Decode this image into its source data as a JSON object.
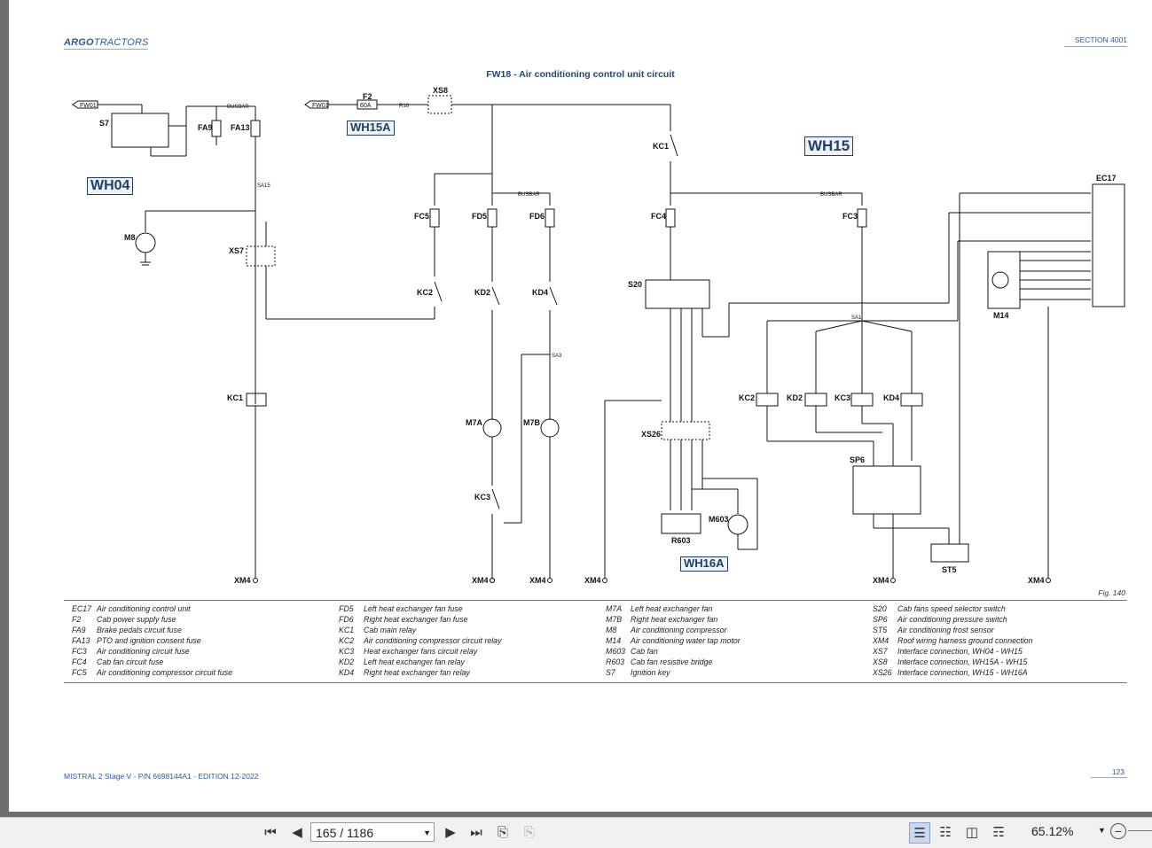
{
  "header": {
    "brand_bold": "ARGO",
    "brand_light": "TRACTORS",
    "section": "SECTION 4001"
  },
  "diagram": {
    "title": "FW18 - Air conditioning control unit circuit",
    "harness": {
      "wh04": "WH04",
      "wh15a": "WH15A",
      "wh15": "WH15",
      "wh16a": "WH16A"
    },
    "labels": {
      "fw01a": "FW01",
      "fw01b": "FW01",
      "s7": "S7",
      "fa9": "FA9",
      "fa13": "FA13",
      "f2": "F2",
      "f2_rating": "60A",
      "xs8": "XS8",
      "kc1_top": "KC1",
      "m8": "M8",
      "xs7": "XS7",
      "fc5": "FC5",
      "fd5": "FD5",
      "fd6": "FD6",
      "fc4": "FC4",
      "fc3": "FC3",
      "kc2": "KC2",
      "kd2": "KD2",
      "kd4": "KD4",
      "s20": "S20",
      "kc1_low": "KC1",
      "m7a": "M7A",
      "m7b": "M7B",
      "kc3": "KC3",
      "xs26": "XS26",
      "m603": "M603",
      "r603": "R603",
      "ec17": "EC17",
      "m14": "M14",
      "kc2b": "KC2",
      "kd2b": "KD2",
      "kc3b": "KC3",
      "kd4b": "KD4",
      "sp6": "SP6",
      "st5": "ST5",
      "xm4": "XM4",
      "busbar": "BUSBAR",
      "sa1": "SA1",
      "sa15": "SA15",
      "sa3": "SA3",
      "r16": "R16"
    }
  },
  "figure_label": "Fig. 140",
  "legend": [
    [
      {
        "code": "EC17",
        "desc": "Air conditioning control unit"
      },
      {
        "code": "F2",
        "desc": "Cab power supply fuse"
      },
      {
        "code": "FA9",
        "desc": "Brake pedals circuit fuse"
      },
      {
        "code": "FA13",
        "desc": "PTO and ignition consent fuse"
      },
      {
        "code": "FC3",
        "desc": "Air conditioning circuit fuse"
      },
      {
        "code": "FC4",
        "desc": "Cab fan circuit fuse"
      },
      {
        "code": "FC5",
        "desc": "Air conditioning compressor circuit fuse"
      }
    ],
    [
      {
        "code": "FD5",
        "desc": "Left heat exchanger fan fuse"
      },
      {
        "code": "FD6",
        "desc": "Right heat exchanger fan fuse"
      },
      {
        "code": "KC1",
        "desc": "Cab main relay"
      },
      {
        "code": "KC2",
        "desc": "Air conditioning compressor circuit relay"
      },
      {
        "code": "KC3",
        "desc": "Heat exchanger fans circuit relay"
      },
      {
        "code": "KD2",
        "desc": "Left heat exchanger fan relay"
      },
      {
        "code": "KD4",
        "desc": "Right heat exchanger fan relay"
      }
    ],
    [
      {
        "code": "M7A",
        "desc": "Left heat exchanger fan"
      },
      {
        "code": "M7B",
        "desc": "Right heat exchanger fan"
      },
      {
        "code": "M8",
        "desc": "Air conditioning compressor"
      },
      {
        "code": "M14",
        "desc": "Air conditioning water tap motor"
      },
      {
        "code": "M603",
        "desc": "Cab fan"
      },
      {
        "code": "R603",
        "desc": "Cab fan resistive bridge"
      },
      {
        "code": "S7",
        "desc": "Ignition key"
      }
    ],
    [
      {
        "code": "S20",
        "desc": "Cab fans speed selector switch"
      },
      {
        "code": "SP6",
        "desc": "Air conditioning pressure switch"
      },
      {
        "code": "ST5",
        "desc": "Air conditioning frost sensor"
      },
      {
        "code": "XM4",
        "desc": "Roof wiring harness ground connection"
      },
      {
        "code": "XS7",
        "desc": "Interface connection, WH04 - WH15"
      },
      {
        "code": "XS8",
        "desc": "Interface connection, WH15A - WH15"
      },
      {
        "code": "XS26",
        "desc": "Interface connection, WH15 - WH16A"
      }
    ]
  ],
  "footer": {
    "left": "MISTRAL 2 Stage V - P/N 6698144A1 - EDITION 12-2022",
    "page_number": "123"
  },
  "toolbar": {
    "page_value": "165 / 1186",
    "zoom": "65.12%"
  }
}
